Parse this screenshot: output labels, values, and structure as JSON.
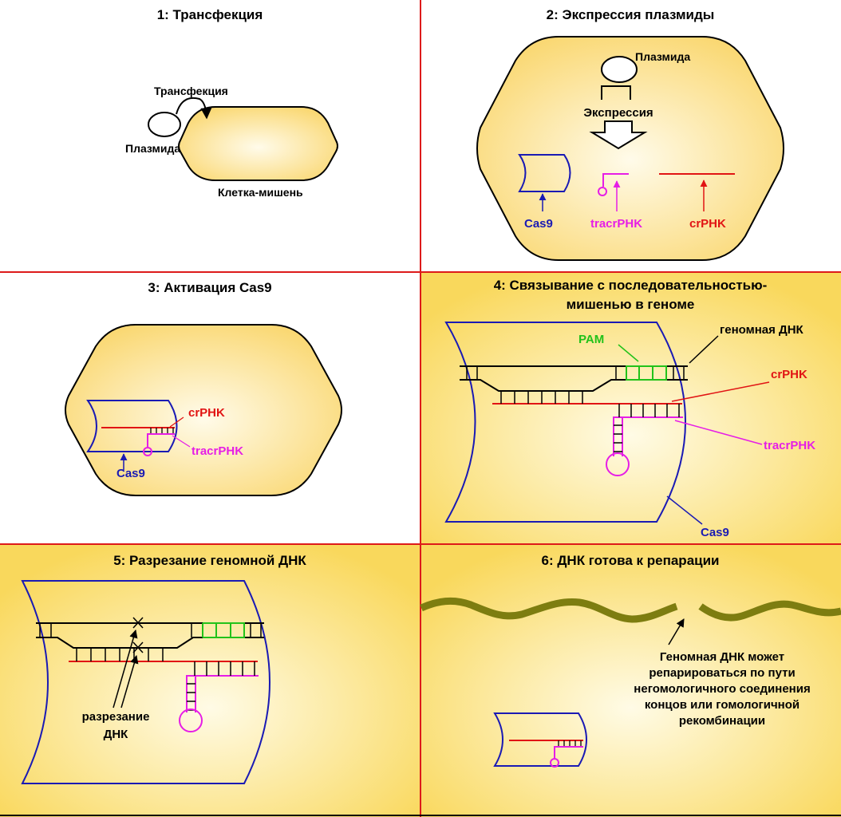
{
  "panels": [
    {
      "title": "1: Трансфекция",
      "labels": {
        "transfection": "Трансфекция",
        "plasmid": "Плазмида",
        "target_cell": "Клетка-мишень"
      }
    },
    {
      "title": "2: Экспрессия плазмиды",
      "labels": {
        "plasmid": "Плазмида",
        "expression": "Экспрессия",
        "cas9": "Cas9",
        "tracr": "tracrPHK",
        "cr": "crPHK"
      }
    },
    {
      "title": "3: Активация Cas9",
      "labels": {
        "cr": "crPHK",
        "tracr": "tracrPHK",
        "cas9": "Cas9"
      }
    },
    {
      "title_line1": "4: Связывание с последовательностью-",
      "title_line2": "мишенью в геноме",
      "labels": {
        "pam": "PAM",
        "genomic_dna": "геномная ДНК",
        "cr": "crPHK",
        "tracr": "tracrPHK",
        "cas9": "Cas9"
      }
    },
    {
      "title": "5: Разрезание геномной ДНК",
      "labels": {
        "cut_line1": "разрезание",
        "cut_line2": "ДНК"
      }
    },
    {
      "title": "6: ДНК готова к репарации",
      "labels": {
        "repair_line1": "Геномная ДНК может",
        "repair_line2": "репарироваться по пути",
        "repair_line3": "негомологичного соединения",
        "repair_line4": "концов или гомологичной",
        "repair_line5": "рекомбинации"
      }
    }
  ],
  "colors": {
    "divider": "#dd1a1a",
    "cell_fill": "#fbe48b",
    "cas9": "#1a1ab4",
    "tracr": "#e61ee6",
    "cr": "#e11414",
    "pam": "#22c21a",
    "dna_repair": "#7d7d10"
  }
}
